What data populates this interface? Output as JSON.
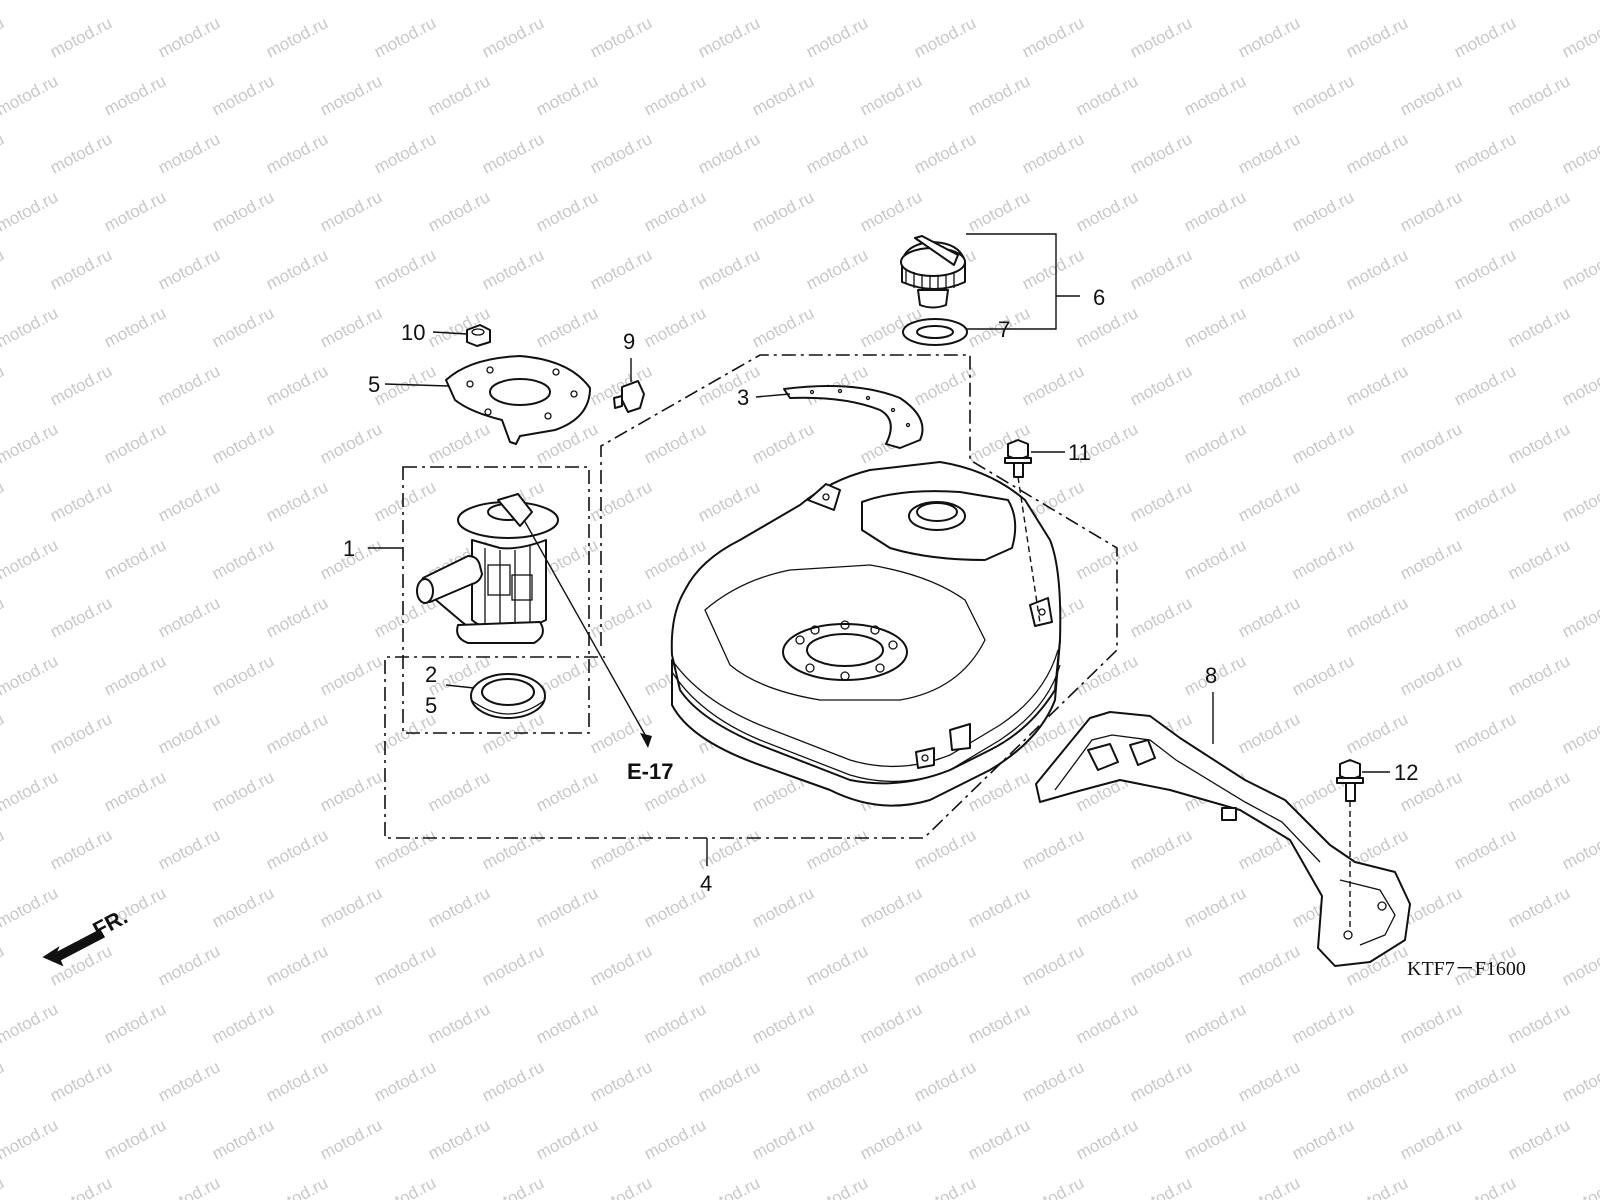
{
  "diagram": {
    "watermark_text": "motod.ru",
    "diagram_code": "KTF7－F1600",
    "front_indicator": "FR.",
    "reference_label": "E-17",
    "callouts": [
      {
        "id": "c1",
        "text": "1"
      },
      {
        "id": "c2",
        "text": "2"
      },
      {
        "id": "c3",
        "text": "3"
      },
      {
        "id": "c4",
        "text": "4"
      },
      {
        "id": "c5a",
        "text": "5"
      },
      {
        "id": "c5b",
        "text": "5"
      },
      {
        "id": "c6",
        "text": "6"
      },
      {
        "id": "c7",
        "text": "7"
      },
      {
        "id": "c8",
        "text": "8"
      },
      {
        "id": "c9",
        "text": "9"
      },
      {
        "id": "c10",
        "text": "10"
      },
      {
        "id": "c11",
        "text": "11"
      },
      {
        "id": "c12",
        "text": "12"
      }
    ]
  }
}
